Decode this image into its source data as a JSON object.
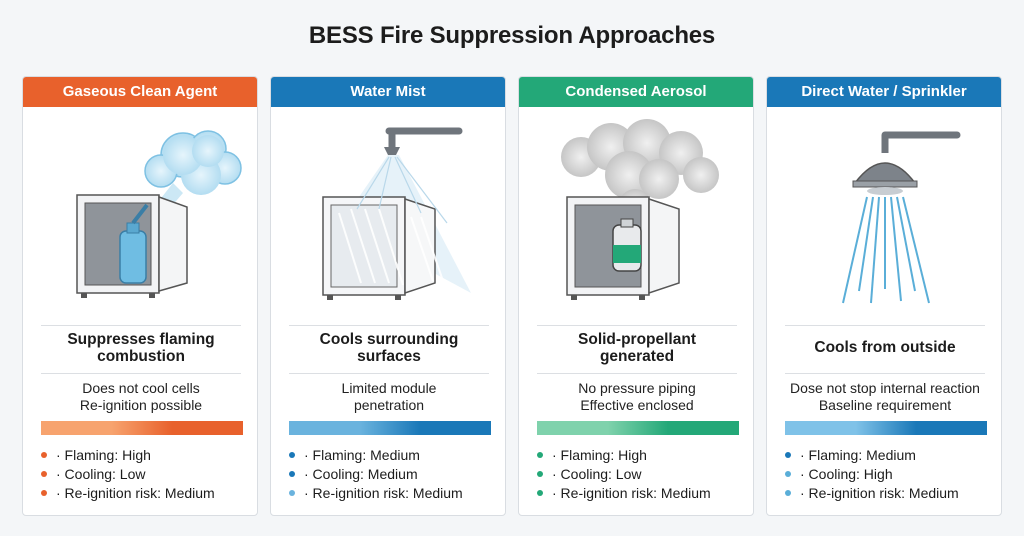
{
  "title": "BESS Fire Suppression Approaches",
  "panels": [
    {
      "name": "Gaseous Clean Agent",
      "color": "#e8612c",
      "bar_light": "#f7a36e",
      "bar_dark": "#e8612c",
      "dot_colors": [
        "#e8612c",
        "#e8612c",
        "#e8612c"
      ],
      "headline": [
        "Suppresses flaming",
        "combustion"
      ],
      "notes": [
        "Does not cool cells",
        "Re-ignition possible"
      ],
      "metrics": [
        "· Flaming: High",
        "· Cooling: Low",
        "· Re-ignition risk: Medium"
      ]
    },
    {
      "name": "Water Mist",
      "color": "#1a78b8",
      "bar_light": "#6ab3de",
      "bar_dark": "#1a78b8",
      "dot_colors": [
        "#1a78b8",
        "#1a78b8",
        "#6ab3de"
      ],
      "headline": [
        "Cools surrounding",
        "surfaces"
      ],
      "notes": [
        "Limited module",
        "penetration"
      ],
      "metrics": [
        "· Flaming: Medium",
        "· Cooling: Medium",
        "· Re-ignition risk: Medium"
      ]
    },
    {
      "name": "Condensed Aerosol",
      "color": "#23a878",
      "bar_light": "#7fd2ac",
      "bar_dark": "#23a878",
      "dot_colors": [
        "#23a878",
        "#23a878",
        "#23a878"
      ],
      "headline": [
        "Solid-propellant",
        "generated"
      ],
      "notes": [
        "No pressure piping",
        "Effective enclosed"
      ],
      "metrics": [
        "· Flaming: High",
        "· Cooling: Low",
        "· Re-ignition risk: Medium"
      ]
    },
    {
      "name": "Direct Water / Sprinkler",
      "color": "#1a78b8",
      "bar_light": "#7fc2e8",
      "bar_dark": "#1a78b8",
      "dot_colors": [
        "#1a78b8",
        "#5aaed8",
        "#5aaed8"
      ],
      "headline": [
        "Cools from outside"
      ],
      "notes": [
        "Dose not stop internal reaction",
        "Baseline requirement"
      ],
      "metrics": [
        "· Flaming: Medium",
        "· Cooling: High",
        "· Re-ignition risk: Medium"
      ]
    }
  ]
}
